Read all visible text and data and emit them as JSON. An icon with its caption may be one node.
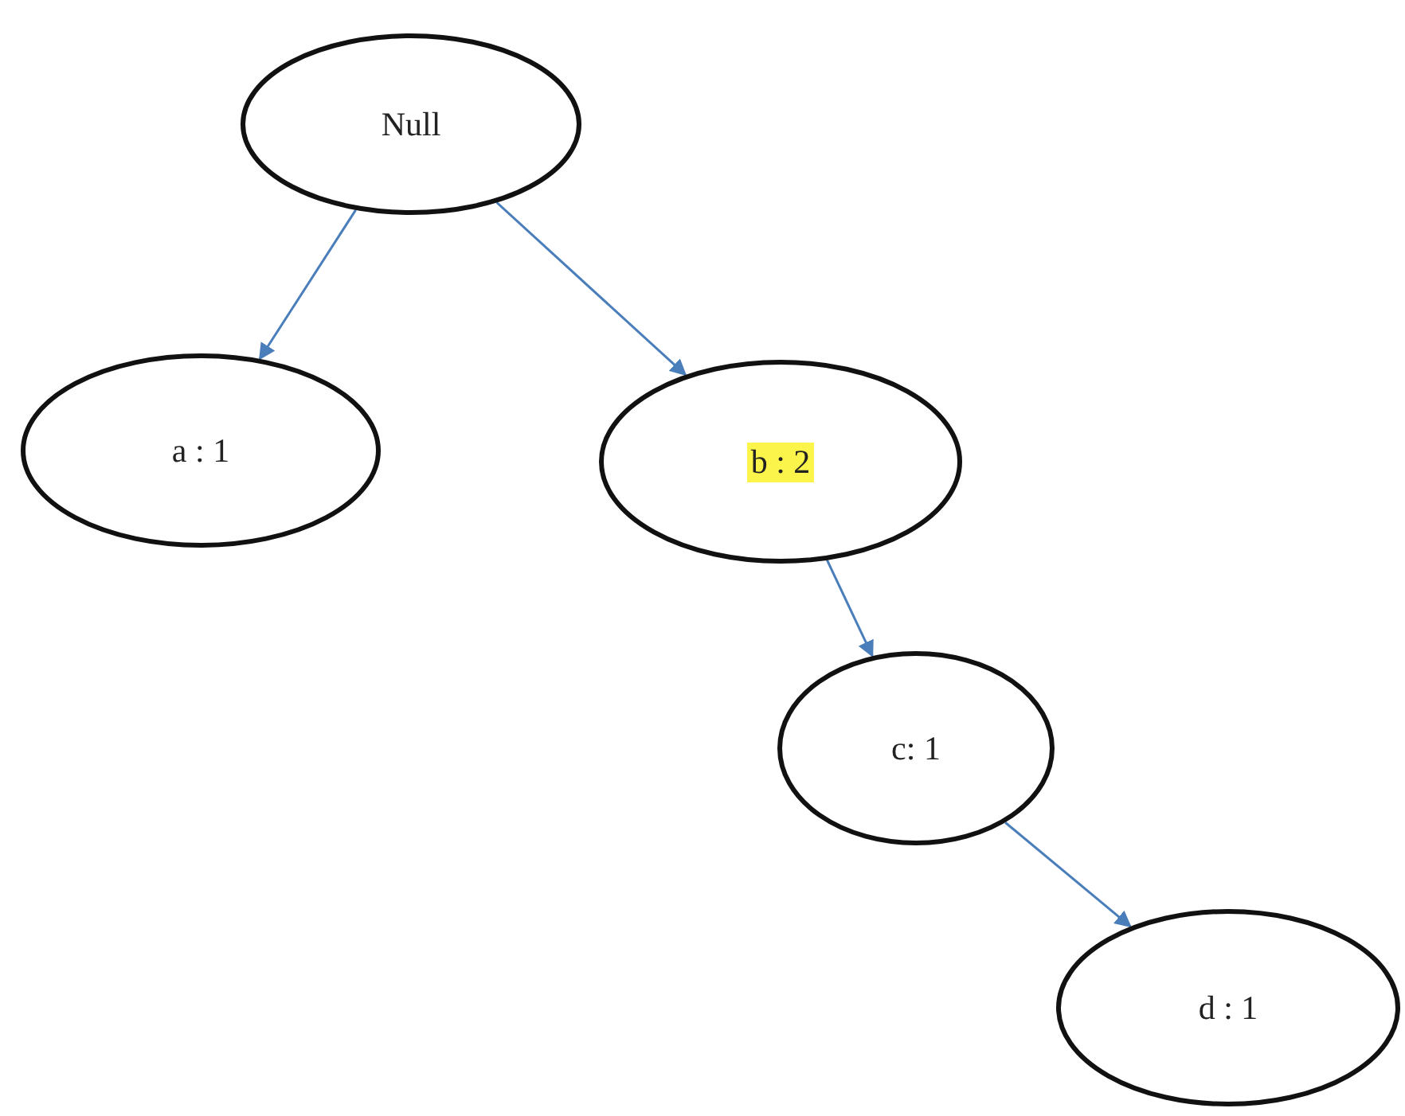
{
  "diagram": {
    "nodes": [
      {
        "text": [
          "Null"
        ]
      },
      {
        "text": [
          "a : 1"
        ]
      },
      {
        "text": [
          "b : 2"
        ]
      },
      {
        "text": [
          "c: 1"
        ]
      },
      {
        "text": [
          "d : 1"
        ]
      }
    ],
    "edges": [
      {
        "from": 0,
        "to": 1,
        "arrow": "to"
      },
      {
        "from": 0,
        "to": 2,
        "arrow": "to"
      },
      {
        "from": 2,
        "to": 3,
        "arrow": "to"
      },
      {
        "from": 3,
        "to": 4,
        "arrow": "to"
      }
    ]
  }
}
